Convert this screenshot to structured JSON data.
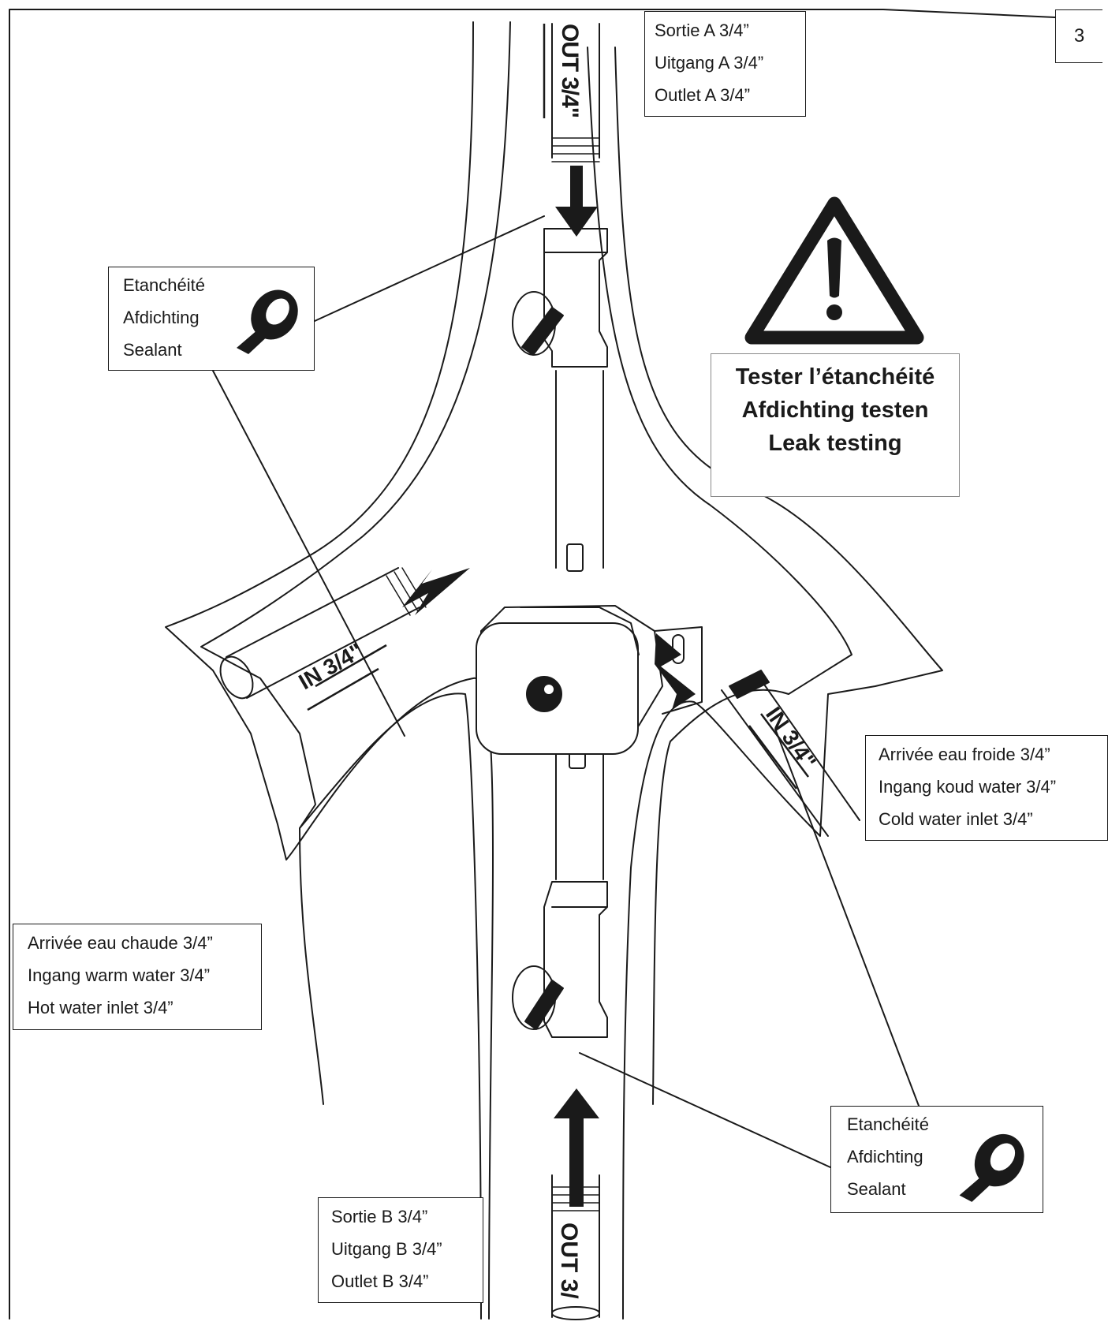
{
  "page_number": "3",
  "labels": {
    "outlet_a": [
      "Sortie A 3/4”",
      "Uitgang A 3/4”",
      "Outlet A 3/4”"
    ],
    "sealant_top": [
      "Etanchéité",
      "Afdichting",
      "Sealant"
    ],
    "leak_test": [
      "Tester l’étanchéité",
      "Afdichting testen",
      "Leak testing"
    ],
    "cold_inlet": [
      "Arrivée eau froide 3/4”",
      "Ingang koud water 3/4”",
      "Cold water inlet 3/4”"
    ],
    "hot_inlet": [
      "Arrivée eau chaude 3/4”",
      "Ingang warm water 3/4”",
      "Hot water inlet 3/4”"
    ],
    "sealant_bottom": [
      "Etanchéité",
      "Afdichting",
      "Sealant"
    ],
    "outlet_b": [
      "Sortie B 3/4”",
      "Uitgang B 3/4”",
      "Outlet B 3/4”"
    ]
  },
  "pipe_markings": {
    "out_top": "OUT 3/4\"",
    "in_left": "IN 3/4\"",
    "in_right": "IN 3/4\"",
    "out_bottom": "OUT 3/"
  },
  "icons": [
    "warning-triangle-icon",
    "sealant-tape-icon",
    "flow-arrow-icon"
  ],
  "colors": {
    "ink": "#1a1a1a",
    "paper": "#ffffff",
    "warning_box_border": "#8a8a8a"
  }
}
